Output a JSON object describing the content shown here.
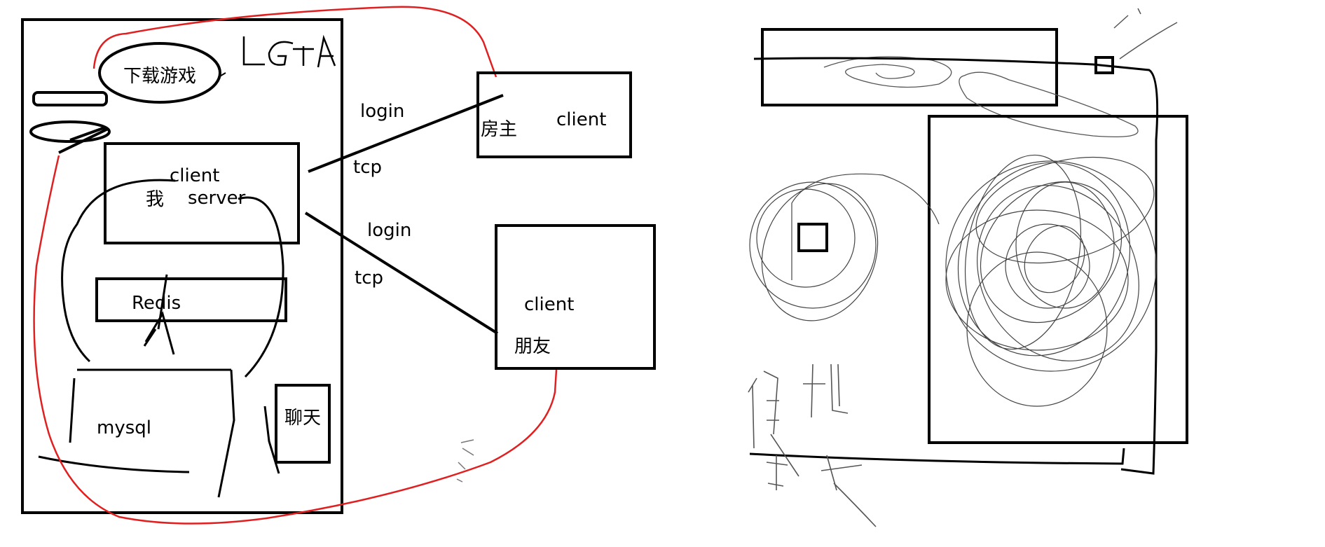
{
  "title_scribble": "LGTA",
  "left_diagram": {
    "download_button_label": "下载游戏",
    "my_box": {
      "client_label": "client",
      "me_label": "我",
      "server_label": "server"
    },
    "redis_label": "Redis",
    "mysql_label": "mysql",
    "chat_label": "聊天"
  },
  "connections": {
    "top": {
      "login": "login",
      "tcp": "tcp"
    },
    "bottom": {
      "login": "login",
      "tcp": "tcp"
    }
  },
  "host_box": {
    "owner_label": "房主",
    "client_label": "client"
  },
  "friend_box": {
    "client_label": "client",
    "friend_label": "朋友"
  },
  "colors": {
    "ink": "#000000",
    "red_loop": "#e02020",
    "pencil": "#444444"
  }
}
